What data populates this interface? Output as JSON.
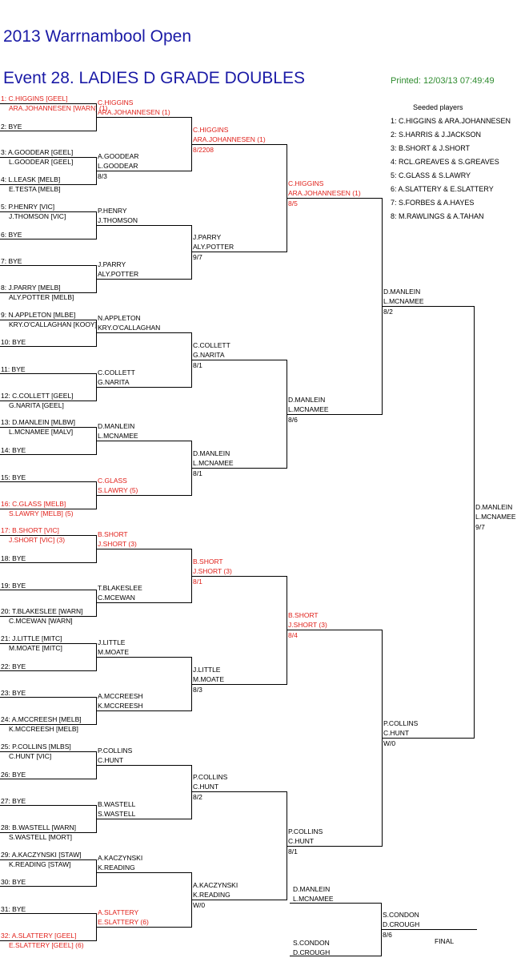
{
  "header": {
    "tournament": "2013 Warrnambool Open",
    "event": "Event 28. LADIES D GRADE DOUBLES",
    "printed": "Printed: 12/03/13 07:49:49"
  },
  "seeded": {
    "title": "Seeded players",
    "items": [
      "1: C.HIGGINS & ARA.JOHANNESEN",
      "2: S.HARRIS & J.JACKSON",
      "3: B.SHORT & J.SHORT",
      "4: RCL.GREAVES & S.GREAVES",
      "5: C.GLASS & S.LAWRY",
      "6: A.SLATTERY & E.SLATTERY",
      "7: S.FORBES & A.HAYES",
      "8: M.RAWLINGS & A.TAHAN"
    ]
  },
  "draw": [
    {
      "l1": "1: C.HIGGINS [GEEL]",
      "l2": "ARA.JOHANNESEN [WARN] (1)",
      "red": true
    },
    {
      "l1": "2: BYE",
      "l2": "",
      "red": false
    },
    {
      "l1": "3: A.GOODEAR [GEEL]",
      "l2": "L.GOODEAR [GEEL]",
      "red": false
    },
    {
      "l1": "4: L.LEASK [MELB]",
      "l2": "E.TESTA [MELB]",
      "red": false
    },
    {
      "l1": "5: P.HENRY [VIC]",
      "l2": "J.THOMSON [VIC]",
      "red": false
    },
    {
      "l1": "6: BYE",
      "l2": "",
      "red": false
    },
    {
      "l1": "7: BYE",
      "l2": "",
      "red": false
    },
    {
      "l1": "8: J.PARRY [MELB]",
      "l2": "ALY.POTTER [MELB]",
      "red": false
    },
    {
      "l1": "9: N.APPLETON [MLBE]",
      "l2": "KRY.O'CALLAGHAN [KOOY]",
      "red": false
    },
    {
      "l1": "10: BYE",
      "l2": "",
      "red": false
    },
    {
      "l1": "11: BYE",
      "l2": "",
      "red": false
    },
    {
      "l1": "12: C.COLLETT [GEEL]",
      "l2": "G.NARITA [GEEL]",
      "red": false
    },
    {
      "l1": "13: D.MANLEIN [MLBW]",
      "l2": "L.MCNAMEE [MALV]",
      "red": false
    },
    {
      "l1": "14: BYE",
      "l2": "",
      "red": false
    },
    {
      "l1": "15: BYE",
      "l2": "",
      "red": false
    },
    {
      "l1": "16: C.GLASS [MELB]",
      "l2": "S.LAWRY [MELB] (5)",
      "red": true
    },
    {
      "l1": "17: B.SHORT [VIC]",
      "l2": "J.SHORT [VIC] (3)",
      "red": true
    },
    {
      "l1": "18: BYE",
      "l2": "",
      "red": false
    },
    {
      "l1": "19: BYE",
      "l2": "",
      "red": false
    },
    {
      "l1": "20: T.BLAKESLEE [WARN]",
      "l2": "C.MCEWAN [WARN]",
      "red": false
    },
    {
      "l1": "21: J.LITTLE [MITC]",
      "l2": "M.MOATE [MITC]",
      "red": false
    },
    {
      "l1": "22: BYE",
      "l2": "",
      "red": false
    },
    {
      "l1": "23: BYE",
      "l2": "",
      "red": false
    },
    {
      "l1": "24: A.MCCREESH [MELB]",
      "l2": "K.MCCREESH [MELB]",
      "red": false
    },
    {
      "l1": "25: P.COLLINS [MLBS]",
      "l2": "C.HUNT [VIC]",
      "red": false
    },
    {
      "l1": "26: BYE",
      "l2": "",
      "red": false
    },
    {
      "l1": "27: BYE",
      "l2": "",
      "red": false
    },
    {
      "l1": "28: B.WASTELL [WARN]",
      "l2": "S.WASTELL [MORT]",
      "red": false
    },
    {
      "l1": "29: A.KACZYNSKI [STAW]",
      "l2": "K.READING [STAW]",
      "red": false
    },
    {
      "l1": "30: BYE",
      "l2": "",
      "red": false
    },
    {
      "l1": "31: BYE",
      "l2": "",
      "red": false
    },
    {
      "l1": "32: A.SLATTERY [GEEL]",
      "l2": "E.SLATTERY [GEEL] (6)",
      "red": true
    }
  ],
  "r2": [
    {
      "l1": "C.HIGGINS",
      "l2": "ARA.JOHANNESEN (1)",
      "score": "",
      "red": true
    },
    {
      "l1": "A.GOODEAR",
      "l2": "L.GOODEAR",
      "score": "8/3",
      "red": false
    },
    {
      "l1": "P.HENRY",
      "l2": "J.THOMSON",
      "score": "",
      "red": false
    },
    {
      "l1": "J.PARRY",
      "l2": "ALY.POTTER",
      "score": "",
      "red": false
    },
    {
      "l1": "N.APPLETON",
      "l2": "KRY.O'CALLAGHAN",
      "score": "",
      "red": false
    },
    {
      "l1": "C.COLLETT",
      "l2": "G.NARITA",
      "score": "",
      "red": false
    },
    {
      "l1": "D.MANLEIN",
      "l2": "L.MCNAMEE",
      "score": "",
      "red": false
    },
    {
      "l1": "C.GLASS",
      "l2": "S.LAWRY (5)",
      "score": "",
      "red": true
    },
    {
      "l1": "B.SHORT",
      "l2": "J.SHORT (3)",
      "score": "",
      "red": true
    },
    {
      "l1": "T.BLAKESLEE",
      "l2": "C.MCEWAN",
      "score": "",
      "red": false
    },
    {
      "l1": "J.LITTLE",
      "l2": "M.MOATE",
      "score": "",
      "red": false
    },
    {
      "l1": "A.MCCREESH",
      "l2": "K.MCCREESH",
      "score": "",
      "red": false
    },
    {
      "l1": "P.COLLINS",
      "l2": "C.HUNT",
      "score": "",
      "red": false
    },
    {
      "l1": "B.WASTELL",
      "l2": "S.WASTELL",
      "score": "",
      "red": false
    },
    {
      "l1": "A.KACZYNSKI",
      "l2": "K.READING",
      "score": "",
      "red": false
    },
    {
      "l1": "A.SLATTERY",
      "l2": "E.SLATTERY (6)",
      "score": "",
      "red": true
    }
  ],
  "r3": [
    {
      "l1": "C.HIGGINS",
      "l2": "ARA.JOHANNESEN (1)",
      "score": "8/2208",
      "red": true
    },
    {
      "l1": "J.PARRY",
      "l2": "ALY.POTTER",
      "score": "9/7",
      "red": false
    },
    {
      "l1": "C.COLLETT",
      "l2": "G.NARITA",
      "score": "8/1",
      "red": false
    },
    {
      "l1": "D.MANLEIN",
      "l2": "L.MCNAMEE",
      "score": "8/1",
      "red": false
    },
    {
      "l1": "B.SHORT",
      "l2": "J.SHORT (3)",
      "score": "8/1",
      "red": true
    },
    {
      "l1": "J.LITTLE",
      "l2": "M.MOATE",
      "score": "8/3",
      "red": false
    },
    {
      "l1": "P.COLLINS",
      "l2": "C.HUNT",
      "score": "8/2",
      "red": false
    },
    {
      "l1": "A.KACZYNSKI",
      "l2": "K.READING",
      "score": "W/0",
      "red": false
    }
  ],
  "r4": [
    {
      "l1": "C.HIGGINS",
      "l2": "ARA.JOHANNESEN (1)",
      "score": "8/5",
      "red": true
    },
    {
      "l1": "D.MANLEIN",
      "l2": "L.MCNAMEE",
      "score": "8/6",
      "red": false
    },
    {
      "l1": "B.SHORT",
      "l2": "J.SHORT (3)",
      "score": "8/4",
      "red": true
    },
    {
      "l1": "P.COLLINS",
      "l2": "C.HUNT",
      "score": "8/1",
      "red": false
    }
  ],
  "r5": [
    {
      "l1": "D.MANLEIN",
      "l2": "L.MCNAMEE",
      "score": "8/2",
      "red": false
    },
    {
      "l1": "P.COLLINS",
      "l2": "C.HUNT",
      "score": "W/0",
      "red": false
    }
  ],
  "r6": [
    {
      "l1": "D.MANLEIN",
      "l2": "L.MCNAMEE",
      "score": "9/7",
      "red": false
    }
  ],
  "final": {
    "top": {
      "l1": "D.MANLEIN",
      "l2": "L.MCNAMEE"
    },
    "bottom": {
      "l1": "S.CONDON",
      "l2": "D.CROUGH"
    },
    "winner": {
      "l1": "S.CONDON",
      "l2": "D.CROUGH",
      "score": "8/6"
    },
    "label": "FINAL"
  }
}
